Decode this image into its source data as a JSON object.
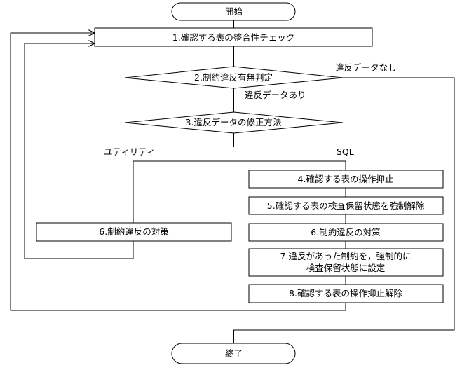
{
  "flow": {
    "start": "開始",
    "end": "終了",
    "step1": "1.確認する表の整合性チェック",
    "step2": "2.制約違反有無判定",
    "step3": "3.違反データの修正方法",
    "step4": "4.確認する表の操作抑止",
    "step5": "5.確認する表の検査保留状態を強制解除",
    "step6_left": "6.制約違反の対策",
    "step6_right": "6.制約違反の対策",
    "step7_line1": "7.違反があった制約を，強制的に",
    "step7_line2": "検査保留状態に設定",
    "step8": "8.確認する表の操作抑止解除"
  },
  "branches": {
    "no_violation": "違反データなし",
    "has_violation": "違反データあり",
    "utility": "ユティリティ",
    "sql": "SQL"
  },
  "colors": {
    "line": "#000000",
    "fill": "#ffffff",
    "text": "#000000"
  }
}
